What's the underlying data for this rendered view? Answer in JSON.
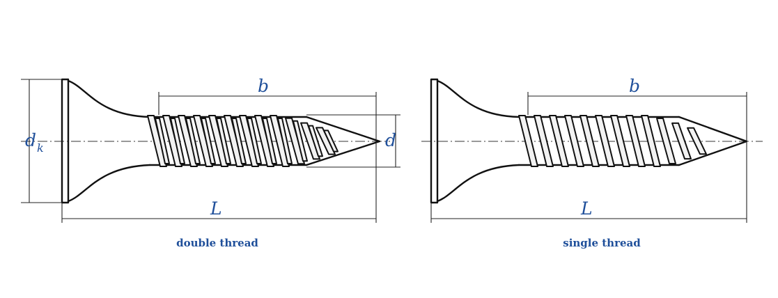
{
  "diagrams": [
    {
      "caption": "double thread",
      "labels": {
        "dk_main": "d",
        "dk_sub": "k",
        "b": "b",
        "d": "d",
        "L": "L"
      }
    },
    {
      "caption": "single thread",
      "labels": {
        "b": "b",
        "L": "L"
      }
    }
  ],
  "colors": {
    "label": "#1f4f9a",
    "line": "#111111"
  }
}
